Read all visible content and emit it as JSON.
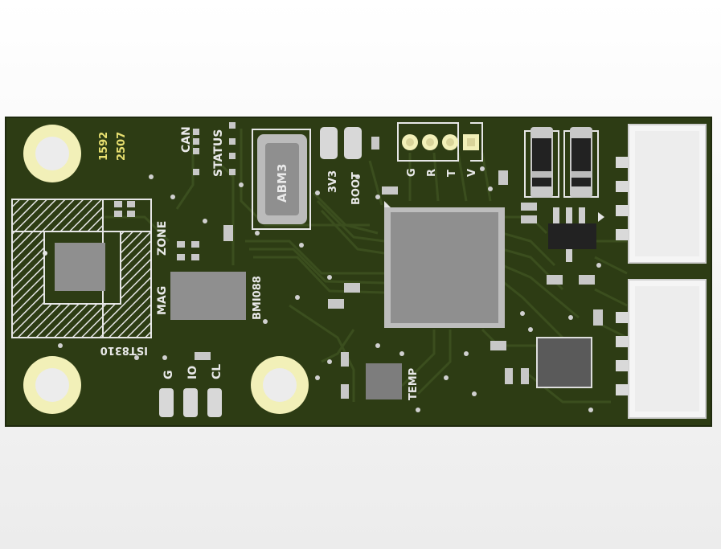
{
  "board": {
    "colors": {
      "solder_mask": "#2d3c14",
      "trace": "#3a4c1c",
      "pad_gold": "#f2f0b8",
      "pad_silver": "#d8d8d8",
      "chip_gray": "#8f8f8f",
      "silkscreen": "#e9e9e9",
      "silk_yellow": "#e8e070"
    },
    "labels": {
      "id_1": "1592",
      "id_2": "2507",
      "can": "CAN",
      "status": "STATUS",
      "abm3": "ABM3",
      "v33": "3V3",
      "boot": "BOOT",
      "pin_g": "G",
      "pin_r": "R",
      "pin_t": "T",
      "pin_v": "V",
      "zone": "ZONE",
      "mag": "MAG",
      "bmi": "BMI088",
      "ist": "IST8310",
      "temp": "TEMP",
      "pad_g": "G",
      "pad_io": "IO",
      "pad_cl": "CL"
    }
  }
}
